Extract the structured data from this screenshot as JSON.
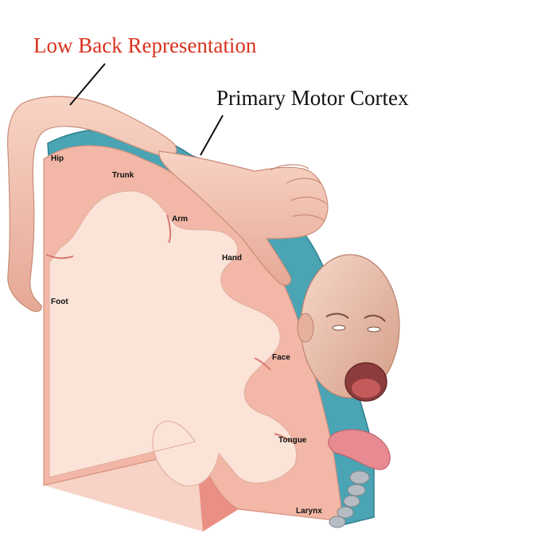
{
  "callouts": {
    "low_back": {
      "text": "Low Back Representation",
      "color": "#d9321f"
    },
    "motor_cortex": {
      "text": "Primary Motor Cortex",
      "color": "#111111"
    }
  },
  "body_parts": [
    {
      "id": "hip",
      "label": "Hip"
    },
    {
      "id": "trunk",
      "label": "Trunk"
    },
    {
      "id": "arm",
      "label": "Arm"
    },
    {
      "id": "hand",
      "label": "Hand"
    },
    {
      "id": "foot",
      "label": "Foot"
    },
    {
      "id": "face",
      "label": "Face"
    },
    {
      "id": "tongue",
      "label": "Tongue"
    },
    {
      "id": "larynx",
      "label": "Larynx"
    }
  ],
  "colors": {
    "gray_matter": "#f2b7a6",
    "white_matter": "#fbe3d8",
    "cortex_surface": "#4aa4b4",
    "skin": "#f0c5b2",
    "tongue": "#e88a92"
  }
}
